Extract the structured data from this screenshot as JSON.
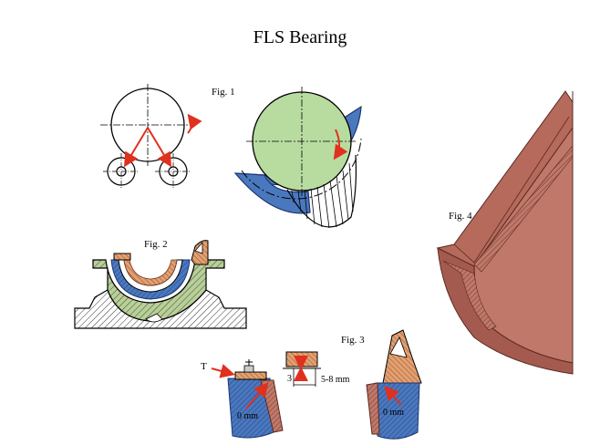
{
  "title": "FLS Bearing",
  "figures": {
    "fig1": "Fig. 1",
    "fig2": "Fig. 2",
    "fig3": "Fig. 3",
    "fig4": "Fig. 4"
  },
  "annotations": {
    "t": "T",
    "three": "3",
    "gap": "5-8 mm",
    "zero_left": "0 mm",
    "zero_right": "0 mm"
  },
  "colors": {
    "green": "#b8dca0",
    "blue": "#4a78bf",
    "hatch_green": "#8fb07a",
    "orange": "#e3a070",
    "brown": "#c0786a",
    "brown_dark": "#8a4a40",
    "red_arrow": "#e0301e"
  }
}
